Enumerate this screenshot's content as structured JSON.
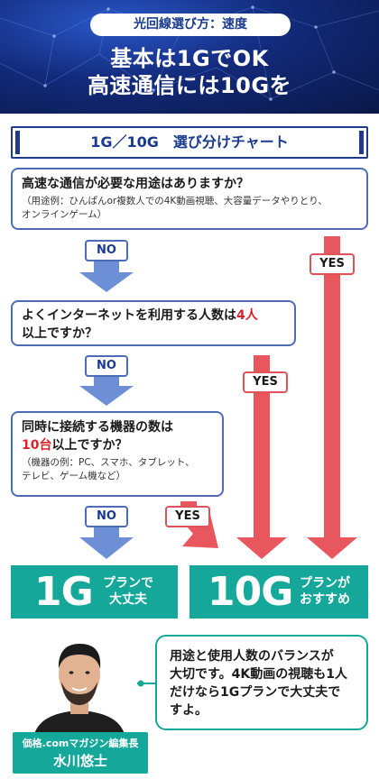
{
  "header": {
    "pill": "光回線選び方：速度",
    "title_line1": "基本は1GでOK",
    "title_line2": "高速通信には10Gを"
  },
  "chart_title": "1G／10G　選び分けチャート",
  "questions": [
    {
      "question": "高速な通信が必要な用途はありますか？",
      "sub_line1": "（用途例：ひんぱんor複数人での4K動画視聴、大容量データやりとり、",
      "sub_line2": "オンラインゲーム）"
    },
    {
      "question_part1": "よくインターネットを利用する人数は",
      "question_highlight": "4人",
      "question_part2": "以上ですか？"
    },
    {
      "question_line1": "同時に接続する機器の数は",
      "question_highlight": "10台",
      "question_line2_rest": "以上ですか？",
      "sub_line1": "（機器の例：PC、スマホ、タブレット、",
      "sub_line2": "テレビ、ゲーム機など）"
    }
  ],
  "labels": {
    "no": "NO",
    "yes": "YES"
  },
  "results": {
    "plan_1g": {
      "big": "1G",
      "small_line1": "プランで",
      "small_line2": "大丈夫"
    },
    "plan_10g": {
      "big": "10G",
      "small_line1": "プランが",
      "small_line2": "おすすめ"
    }
  },
  "advisor": {
    "role": "価格.comマガジン編集長",
    "name": "水川悠士",
    "comment_line1": "用途と使用人数のバランスが",
    "comment_line2": "大切です。4K動画の視聴も1人",
    "comment_line3": "だけなら1Gプランで大丈夫で",
    "comment_line4": "すよ。"
  },
  "colors": {
    "header_blue": "#122a7a",
    "frame_blue": "#4d6cb8",
    "no_arrow": "#6d8fd6",
    "yes_arrow": "#e9575e",
    "result_teal": "#14a79a",
    "highlight_red": "#d9232d"
  }
}
